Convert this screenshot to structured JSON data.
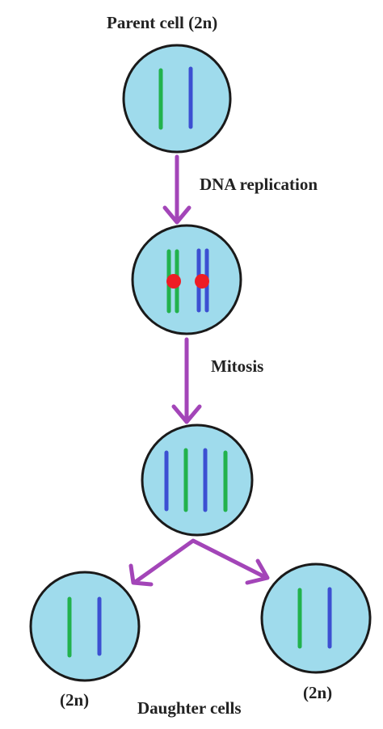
{
  "labels": {
    "parent_cell": "Parent cell (2n)",
    "dna_replication": "DNA replication",
    "mitosis": "Mitosis",
    "daughter_left_ploidy": "(2n)",
    "daughter_right_ploidy": "(2n)",
    "daughter_cells": "Daughter cells"
  },
  "colors": {
    "cell_fill": "#9fdbec",
    "cell_outline": "#1a1a1a",
    "chromosome_green": "#22b24c",
    "chromosome_blue": "#3c4fd2",
    "centromere": "#ee1c24",
    "arrow": "#a345b8"
  }
}
